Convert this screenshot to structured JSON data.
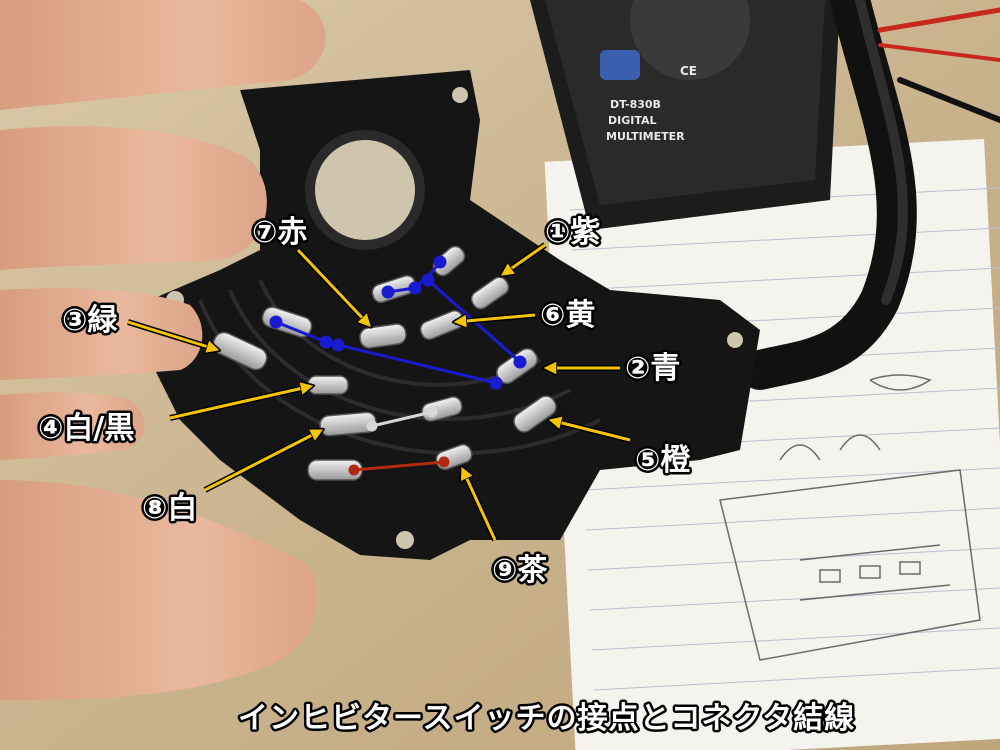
{
  "caption": "インヒビタースイッチの接点とコネクタ結線",
  "multimeter": {
    "model": "DT-830B",
    "line1": "DIGITAL",
    "line2": "MULTIMETER",
    "ce": "CE"
  },
  "labels": [
    {
      "id": "purple",
      "text": "①紫"
    },
    {
      "id": "blue",
      "text": "②青"
    },
    {
      "id": "green",
      "text": "③緑"
    },
    {
      "id": "white-black",
      "text": "④白/黒"
    },
    {
      "id": "orange",
      "text": "⑤橙"
    },
    {
      "id": "yellow",
      "text": "⑥黄"
    },
    {
      "id": "red",
      "text": "⑦赤"
    },
    {
      "id": "white",
      "text": "⑧白"
    },
    {
      "id": "brown",
      "text": "⑨茶"
    }
  ],
  "colors": {
    "arrow": "#f5c400",
    "wire_blue": "#1a1ad0",
    "wire_white": "#d8d8d8",
    "wire_brown": "#b02a10",
    "label_fill": "#ffffff",
    "label_stroke": "#000000"
  }
}
